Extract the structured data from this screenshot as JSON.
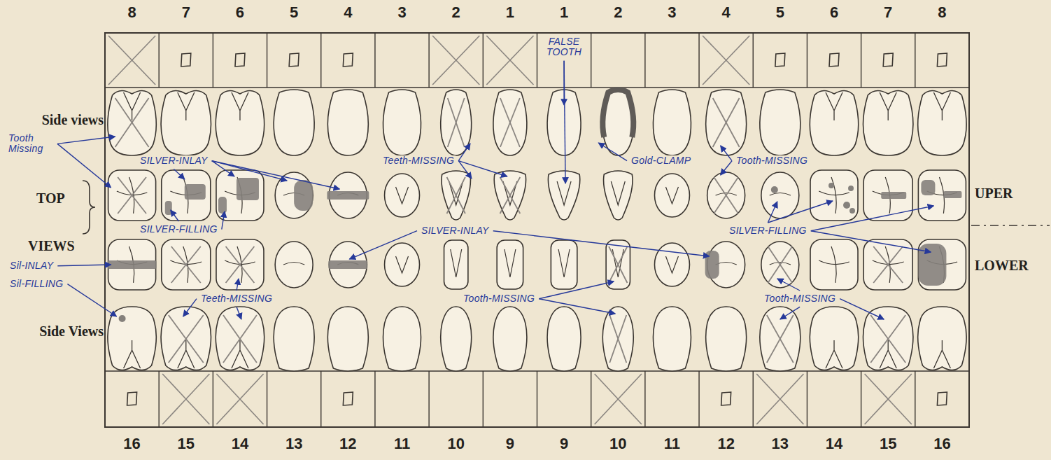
{
  "diagram": {
    "labels": [
      "8",
      "7",
      "6",
      "5",
      "4",
      "3",
      "2",
      "1",
      "1",
      "2",
      "3",
      "4",
      "5",
      "6",
      "7",
      "8",
      "16",
      "15",
      "14",
      "13",
      "12",
      "11",
      "10",
      "9",
      "9",
      "10",
      "11",
      "12",
      "13",
      "14",
      "15",
      "16",
      "Side views",
      "Tooth Missing",
      "TOP",
      "VIEWS",
      "Sil-INLAY",
      "Sil-FILLING",
      "Side Views",
      "SILVER-INLAY",
      "SILVER-FILLING",
      "Teeth-MISSING",
      "FALSE TOOTH",
      "Gold-CLAMP",
      "Tooth-MISSING",
      "UPER",
      "LOWER",
      "SILVER-INLAY",
      "SILVER-FILLING",
      "Teeth-MISSING",
      "Tooth-MISSING",
      "Tooth-MISSING"
    ]
  }
}
